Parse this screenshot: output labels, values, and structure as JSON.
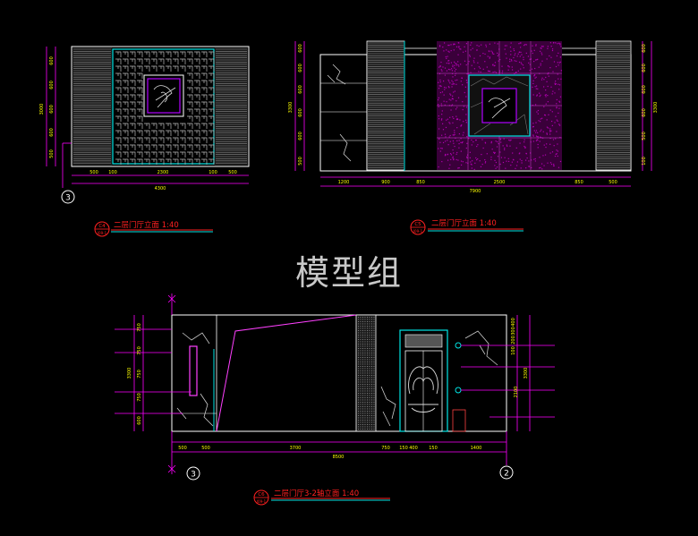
{
  "watermark": "模型组",
  "colors": {
    "background": "#000000",
    "outline": "#ffffff",
    "dimension": "#ffff00",
    "dim_line": "#ff00ff",
    "accent_cyan": "#00e5e5",
    "title_red": "#ff2020",
    "marble": "#b000b0",
    "panel_grey": "#8a8a8a"
  },
  "views": [
    {
      "title": "二层门厅立面 1:40",
      "badge_top": "C4",
      "badge_bottom": "J09-1",
      "axis": "3",
      "dims_bottom": [
        "500",
        "100",
        "2300",
        "100",
        "500"
      ],
      "dim_total": "4300",
      "dims_left": [
        "600",
        "600",
        "600",
        "600",
        "500"
      ],
      "dim_left_total": "3000"
    },
    {
      "title": "二层门厅立面 1:40",
      "badge_top": "C5",
      "badge_bottom": "J09-1",
      "dims_bottom": [
        "1200",
        "900",
        "850",
        "2500",
        "850",
        "500"
      ],
      "dim_total": "7900",
      "dims_left": [
        "600",
        "600",
        "600",
        "600",
        "600",
        "500"
      ],
      "dim_left_total": "3300",
      "dims_right": [
        "600",
        "600",
        "600",
        "600",
        "500",
        "100"
      ],
      "dim_right_total": "3300"
    },
    {
      "title": "二层门厅3-2轴立面 1:40",
      "badge_top": "C6",
      "badge_bottom": "J09-1",
      "axis_left": "3",
      "axis_right": "2",
      "dims_bottom": [
        "500",
        "500",
        "3700",
        "750",
        "150",
        "400",
        "150",
        "1400"
      ],
      "dim_total": "8500",
      "dims_left": [
        "750",
        "750",
        "750",
        "750",
        "600"
      ],
      "dim_left_total": "3300",
      "dims_right": [
        "400",
        "300",
        "200",
        "100"
      ],
      "dim_right_mid": "2100",
      "dim_right_total": "3300"
    }
  ]
}
